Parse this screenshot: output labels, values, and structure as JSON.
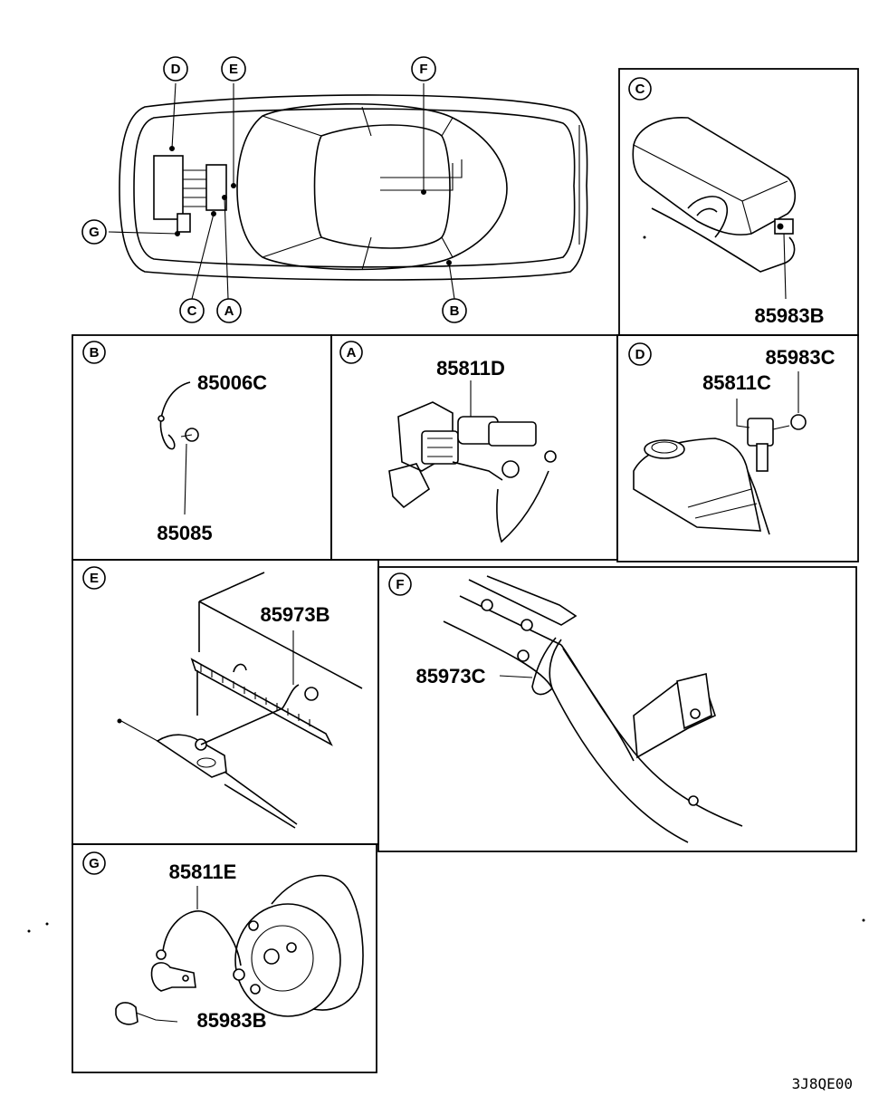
{
  "overview": {
    "callouts": [
      "D",
      "E",
      "F",
      "G",
      "C",
      "A",
      "B"
    ]
  },
  "panels": {
    "C": {
      "letter": "C",
      "parts": [
        "85983B"
      ]
    },
    "B": {
      "letter": "B",
      "parts": [
        "85006C",
        "85085"
      ]
    },
    "A": {
      "letter": "A",
      "parts": [
        "85811D"
      ]
    },
    "D": {
      "letter": "D",
      "parts": [
        "85983C",
        "85811C"
      ]
    },
    "E": {
      "letter": "E",
      "parts": [
        "85973B"
      ]
    },
    "F": {
      "letter": "F",
      "parts": [
        "85973C"
      ]
    },
    "G": {
      "letter": "G",
      "parts": [
        "85811E",
        "85983B"
      ]
    }
  },
  "diagram_code": "3J8QE00"
}
